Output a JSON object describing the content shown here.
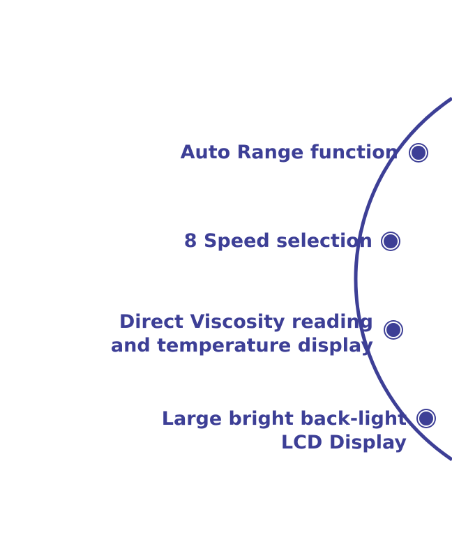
{
  "accent_color": "#3d3f96",
  "features": [
    {
      "lines": [
        "Auto Range function"
      ]
    },
    {
      "lines": [
        "8 Speed selection"
      ]
    },
    {
      "lines": [
        "Direct Viscosity reading",
        "and temperature display"
      ]
    },
    {
      "lines": [
        "Large bright back-light",
        "LCD Display"
      ]
    }
  ]
}
